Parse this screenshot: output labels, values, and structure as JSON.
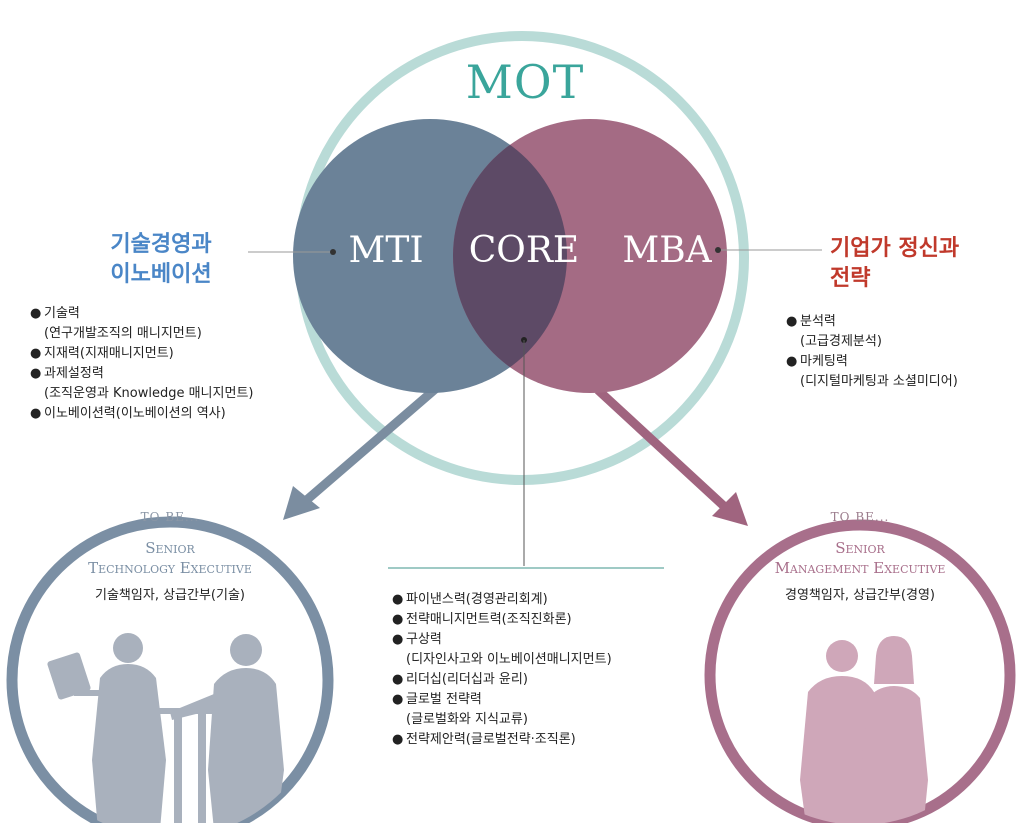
{
  "title": "MOT",
  "circles": {
    "left": "MTI",
    "center": "CORE",
    "right": "MBA"
  },
  "left_heading": {
    "line1": "기술경영과",
    "line2": "이노베이션"
  },
  "right_heading": {
    "line1": "기업가 정신과",
    "line2": "전략"
  },
  "left_list": [
    {
      "text": "기술력",
      "sub": "(연구개발조직의 매니지먼트)"
    },
    {
      "text": "지재력(지재매니지먼트)",
      "sub": ""
    },
    {
      "text": "과제설정력",
      "sub": "(조직운영과 Knowledge 매니지먼트)"
    },
    {
      "text": "이노베이션력(이노베이션의 역사)",
      "sub": ""
    }
  ],
  "right_list": [
    {
      "text": "분석력",
      "sub": "(고급경제분석)"
    },
    {
      "text": "마케팅력",
      "sub": "(디지털마케팅과 소셜미디어)"
    }
  ],
  "core_list": [
    {
      "text": "파이낸스력(경영관리회계)",
      "sub": ""
    },
    {
      "text": "전략매니지먼트력(조직진화론)",
      "sub": ""
    },
    {
      "text": "구상력",
      "sub": "(디자인사고와 이노베이션매니지먼트)"
    },
    {
      "text": "리더십(리더십과 윤리)",
      "sub": ""
    },
    {
      "text": "글로벌 전략력",
      "sub": "(글로벌화와 지식교류)"
    },
    {
      "text": "전략제안력(글로벌전략·조직론)",
      "sub": ""
    }
  ],
  "left_target": {
    "tobe": "TO BE...",
    "line1": "Senior",
    "line2": "Technology Executive",
    "korean": "기술책임자, 상급간부(기술)"
  },
  "right_target": {
    "tobe": "TO BE...",
    "line1": "Senior",
    "line2": "Management Executive",
    "korean": "경영책임자, 상급간부(경영)"
  },
  "colors": {
    "outer_ring": "#b9dbd7",
    "mti": "#6b8298",
    "mba": "#a46b84",
    "core": "#5d4a66",
    "teal_title": "#3aa59b",
    "left_heading": "#4a86c7",
    "right_heading": "#c0392b",
    "arrow_left": "#7b8da0",
    "arrow_right": "#a0647f",
    "ring_left": "#7b8fa4",
    "ring_right": "#a86f8b",
    "silhouette_left": "#a9b1bd",
    "silhouette_right": "#cfa7b9"
  }
}
